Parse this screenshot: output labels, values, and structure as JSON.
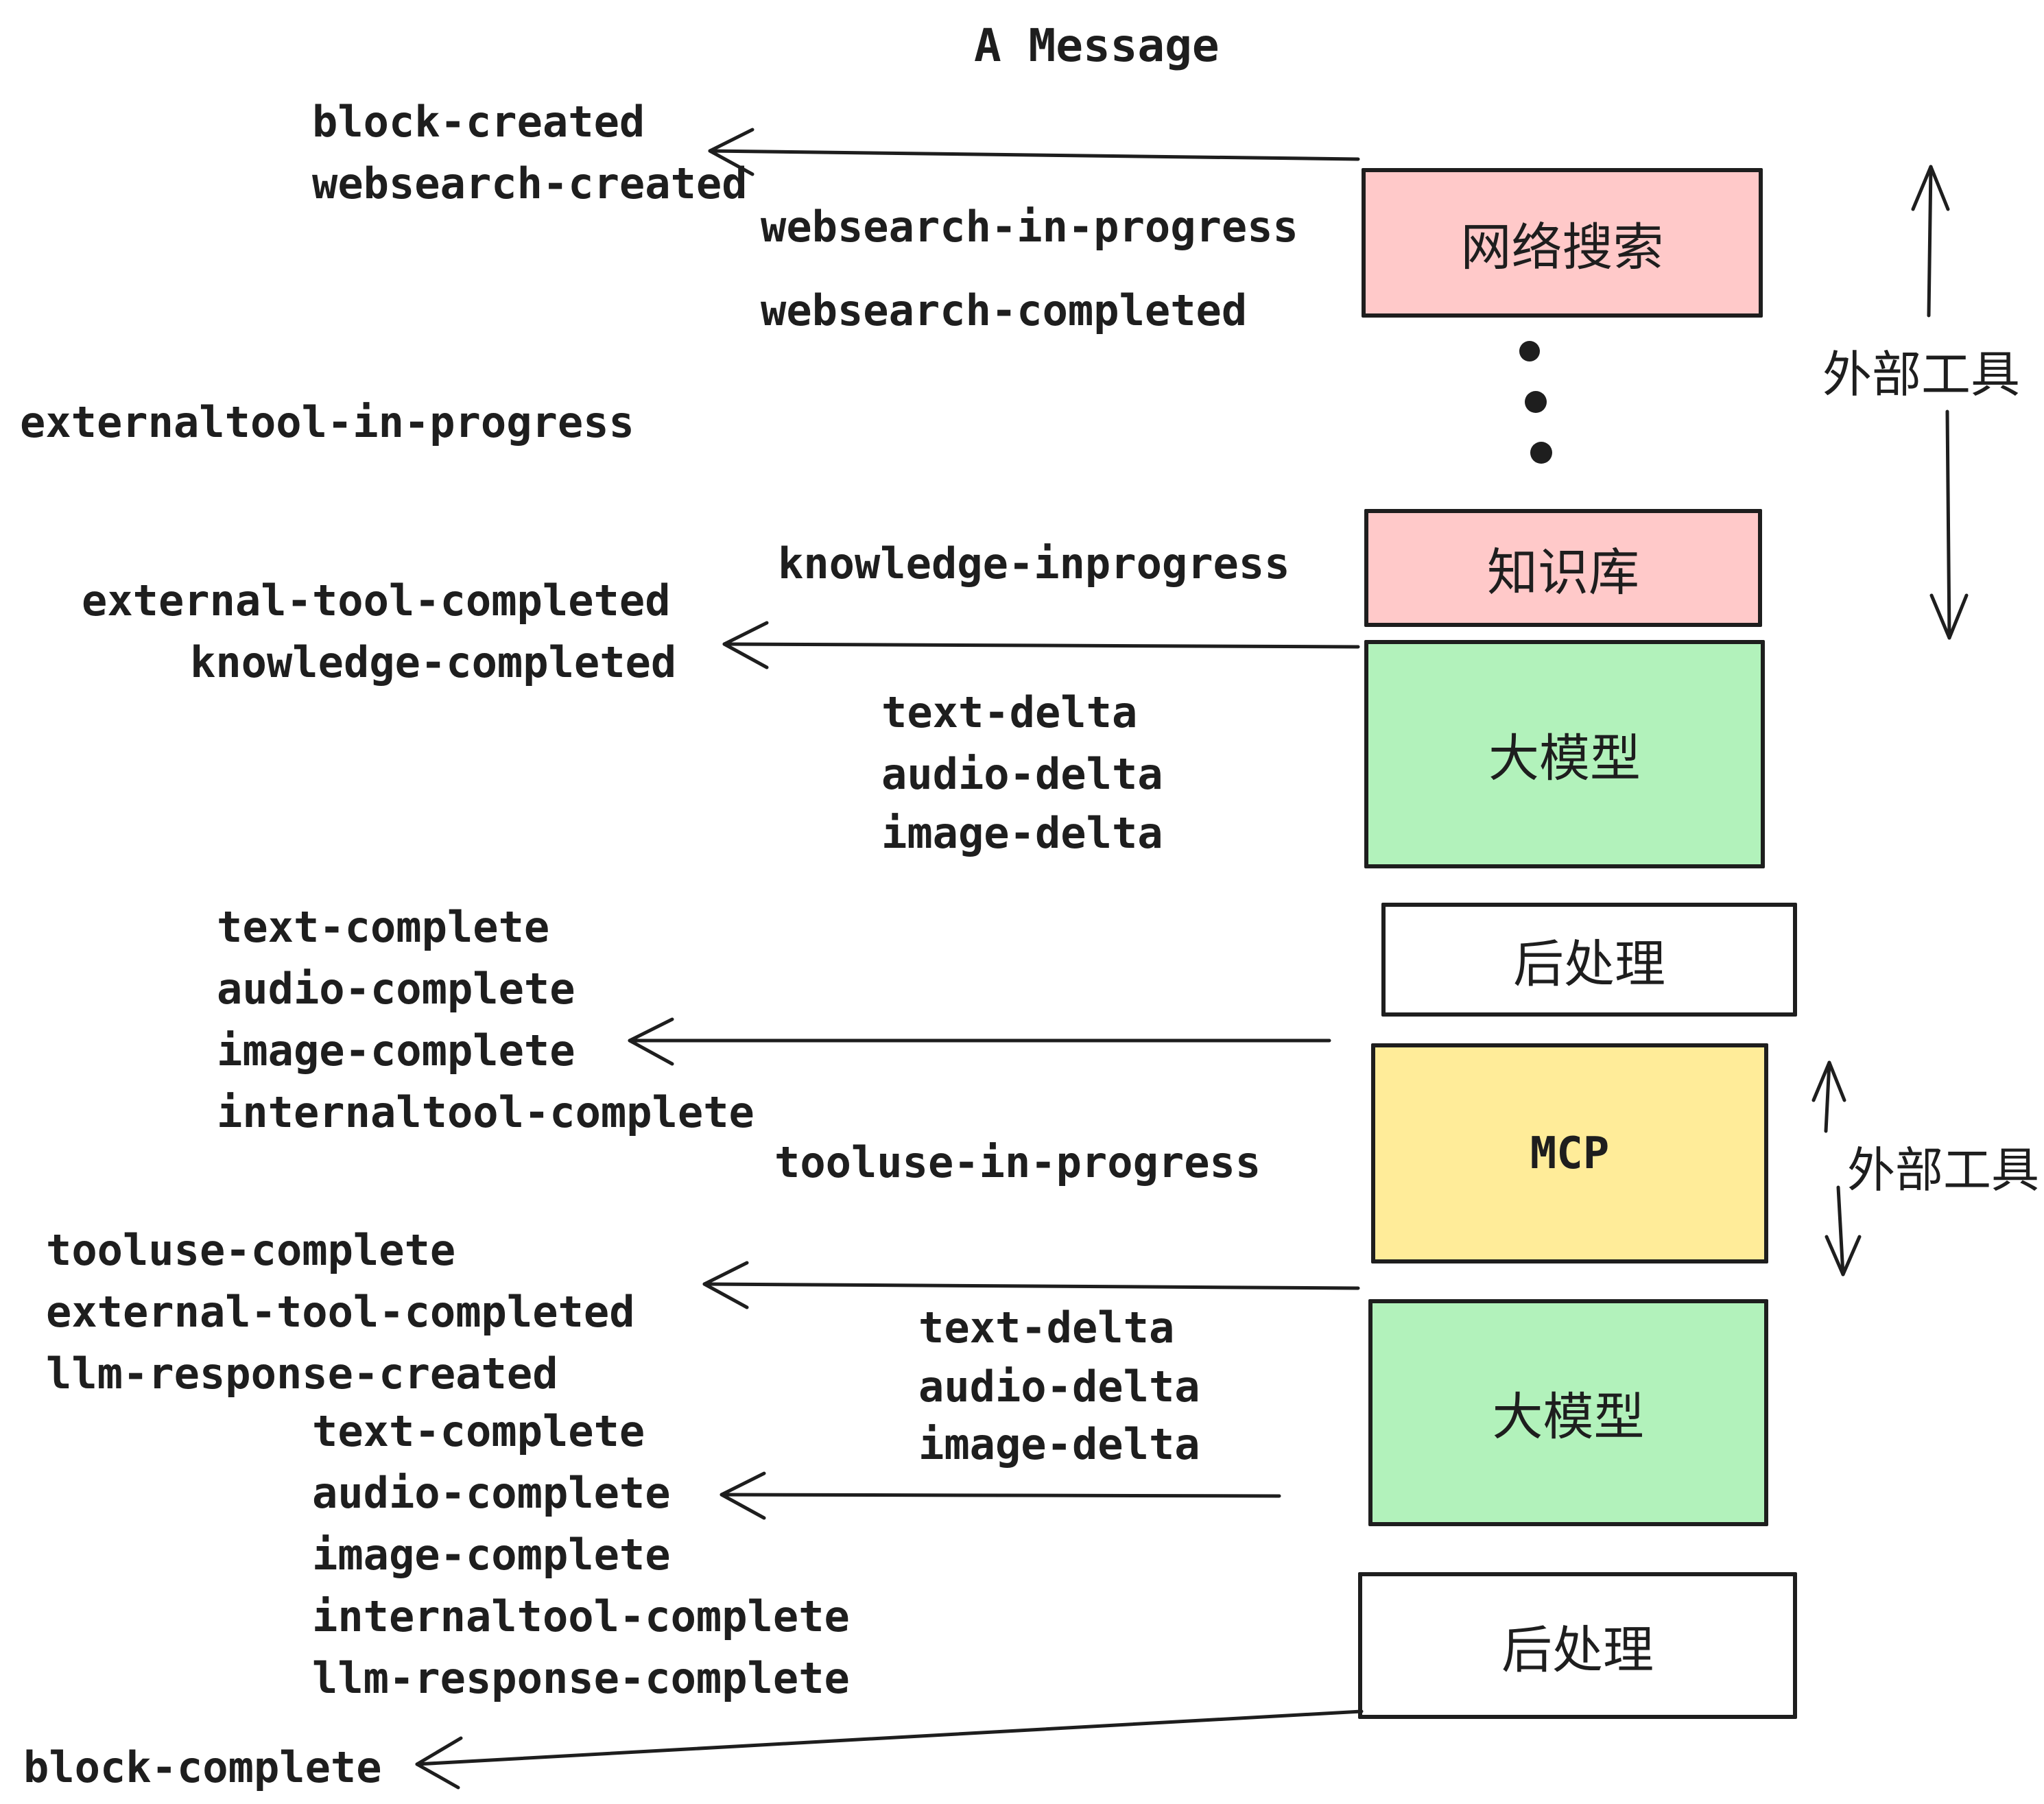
{
  "title": "A Message",
  "colors": {
    "stroke": "#1e1e1e",
    "pink": "#ffc9c9",
    "green": "#b2f2bb",
    "yellow": "#ffec99",
    "white": "#ffffff"
  },
  "boxes": {
    "websearch": {
      "label": "网络搜索"
    },
    "knowledge": {
      "label": "知识库"
    },
    "llm_top": {
      "label": "大模型"
    },
    "post_top": {
      "label": "后处理"
    },
    "mcp": {
      "label": "MCP"
    },
    "llm_bottom": {
      "label": "大模型"
    },
    "post_bottom": {
      "label": "后处理"
    }
  },
  "annotations": {
    "external_tools_top": "外部工具",
    "external_tools_mid": "外部工具"
  },
  "events": {
    "block_created": "block-created",
    "websearch_created": "websearch-created",
    "websearch_in_progress": "websearch-in-progress",
    "websearch_completed": "websearch-completed",
    "externaltool_in_progress": "externaltool-in-progress",
    "knowledge_inprogress": "knowledge-inprogress",
    "external_tool_completed_1": "external-tool-completed",
    "knowledge_completed": "knowledge-completed",
    "text_delta_1": "text-delta",
    "audio_delta_1": "audio-delta",
    "image_delta_1": "image-delta",
    "text_complete_1": "text-complete",
    "audio_complete_1": "audio-complete",
    "image_complete_1": "image-complete",
    "internaltool_complete_1": "internaltool-complete",
    "tooluse_in_progress": "tooluse-in-progress",
    "tooluse_complete": "tooluse-complete",
    "external_tool_completed_2": "external-tool-completed",
    "llm_response_created": "llm-response-created",
    "text_delta_2": "text-delta",
    "audio_delta_2": "audio-delta",
    "image_delta_2": "image-delta",
    "text_complete_2": "text-complete",
    "audio_complete_2": "audio-complete",
    "image_complete_2": "image-complete",
    "internaltool_complete_2": "internaltool-complete",
    "llm_response_complete": "llm-response-complete",
    "block_complete": "block-complete"
  }
}
